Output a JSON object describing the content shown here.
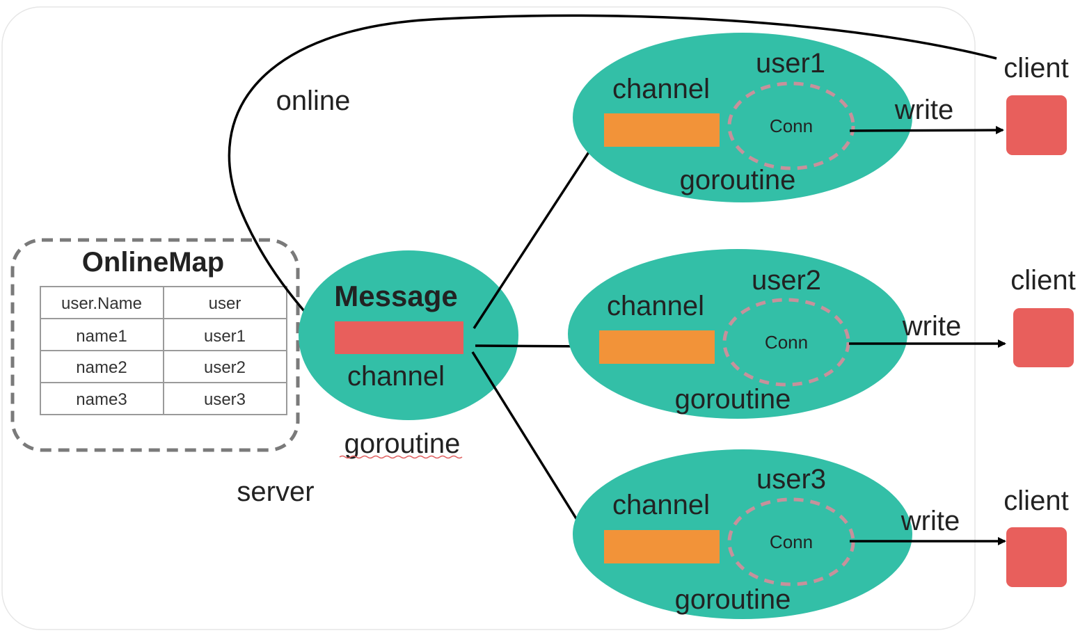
{
  "colors": {
    "goroutine": "#33bfa7",
    "message_channel": "#e85f5c",
    "user_channel": "#f29339",
    "client": "#e85f5c",
    "conn_dash": "#c7919b",
    "border_dash": "#7a7a7a",
    "arrow": "#000000"
  },
  "server_label": "server",
  "online_label": "online",
  "online_map": {
    "title": "OnlineMap",
    "headers": [
      "user.Name",
      "user"
    ],
    "rows": [
      [
        "name1",
        "user1"
      ],
      [
        "name2",
        "user2"
      ],
      [
        "name3",
        "user3"
      ]
    ]
  },
  "message_goroutine": {
    "title": "Message",
    "channel_label": "channel",
    "goroutine_label": "goroutine"
  },
  "users": [
    {
      "name": "user1",
      "channel_label": "channel",
      "conn_label": "Conn",
      "goroutine_label": "goroutine",
      "write_label": "write",
      "client_label": "client"
    },
    {
      "name": "user2",
      "channel_label": "channel",
      "conn_label": "Conn",
      "goroutine_label": "goroutine",
      "write_label": "write",
      "client_label": "client"
    },
    {
      "name": "user3",
      "channel_label": "channel",
      "conn_label": "Conn",
      "goroutine_label": "goroutine",
      "write_label": "write",
      "client_label": "client"
    }
  ]
}
